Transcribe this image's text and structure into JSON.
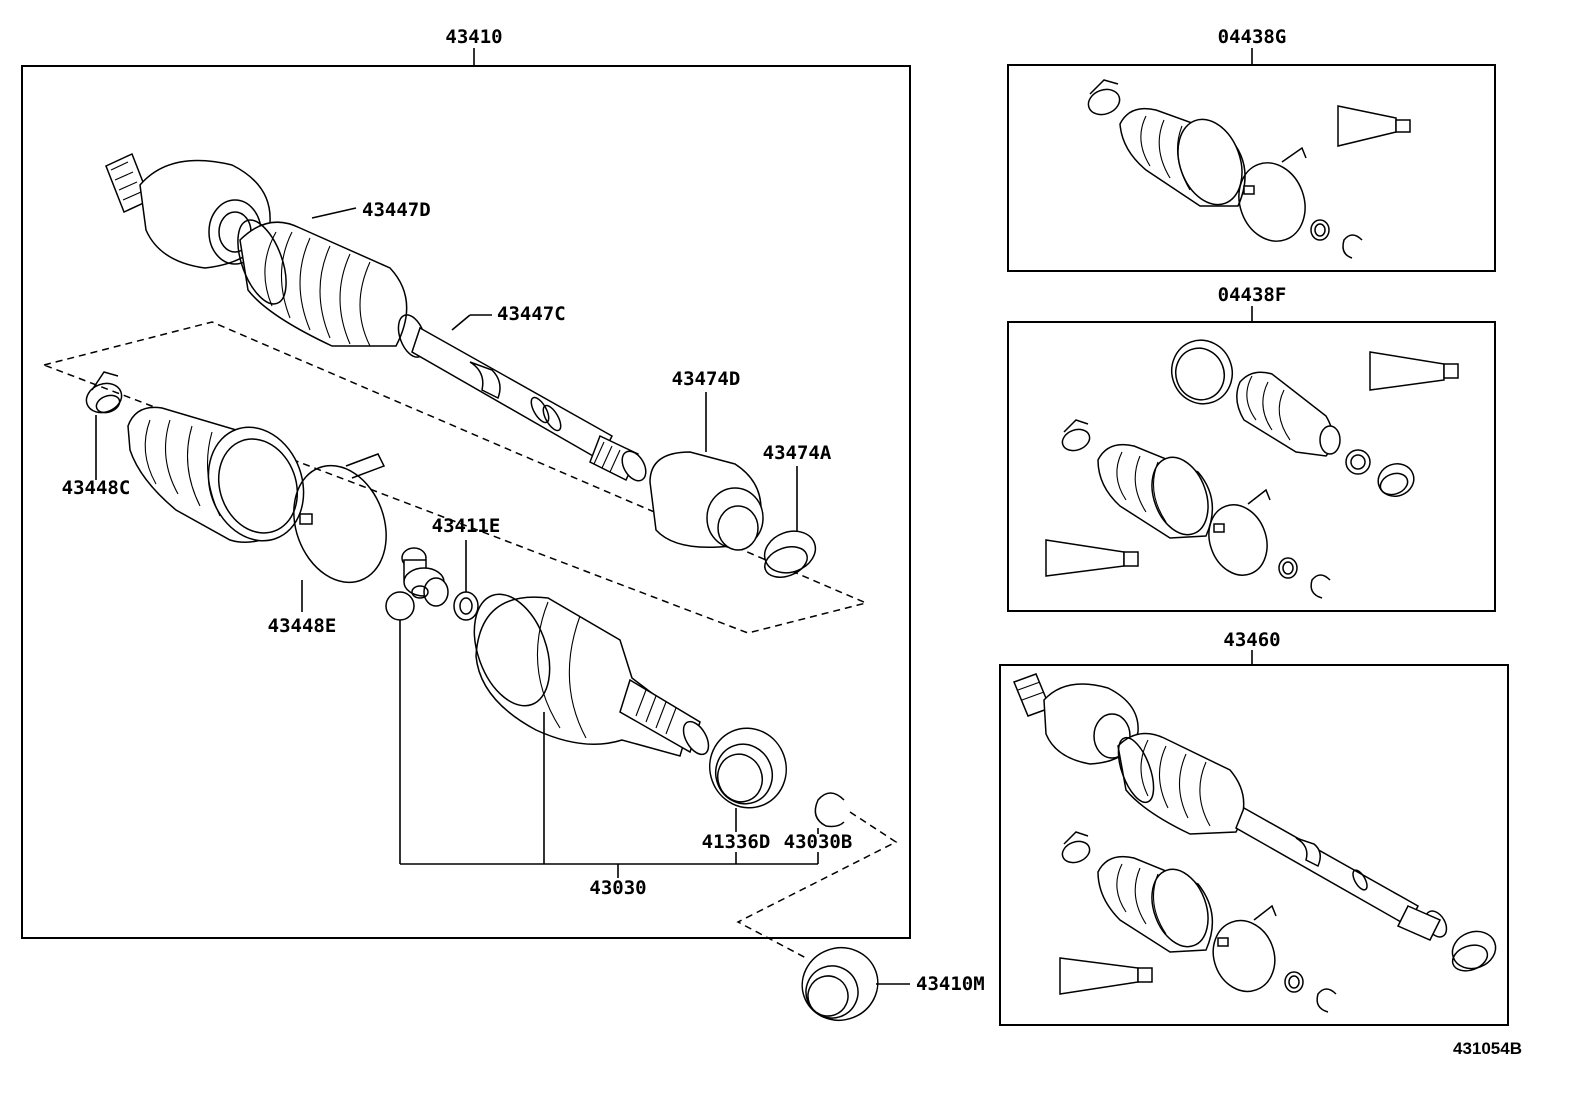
{
  "labels": {
    "p43410": "43410",
    "p43447D": "43447D",
    "p43447C": "43447C",
    "p43474D": "43474D",
    "p43474A": "43474A",
    "p43448C": "43448C",
    "p43448E": "43448E",
    "p43411E": "43411E",
    "p41336D": "41336D",
    "p43030B": "43030B",
    "p43030": "43030",
    "p43410M": "43410M",
    "p04438G": "04438G",
    "p04438F": "04438F",
    "p43460": "43460"
  },
  "figure_ref": "431054B"
}
